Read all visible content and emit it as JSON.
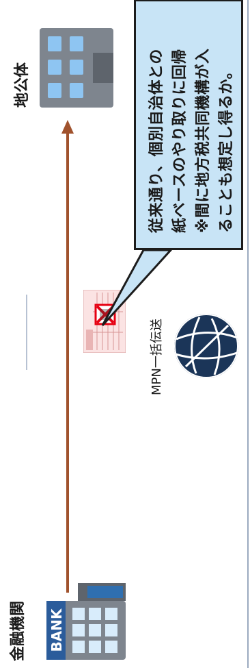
{
  "labels": {
    "bank": "金融機関",
    "local_gov": "地公体",
    "mpn": "MPN一括伝送"
  },
  "callout": {
    "lines": [
      "従来通り、個別自治体との",
      "紙ベースのやり取りに回帰",
      "※間に地方税共同機構が入",
      "ることも想定し得るか。"
    ]
  },
  "icons": {
    "bank": "bank-building-icon",
    "local_gov": "government-building-icon",
    "document": "tax-form-document-icon",
    "globe": "network-globe-icon",
    "arrow": "right-arrow-icon"
  },
  "colors": {
    "arrow": "#a0522d",
    "callout_bg": "#c8e4f6",
    "globe": "#1b3558",
    "bank_blue": "#2b5c9b",
    "building_gray": "#7e858e",
    "window_blue": "#8ec5f2"
  }
}
